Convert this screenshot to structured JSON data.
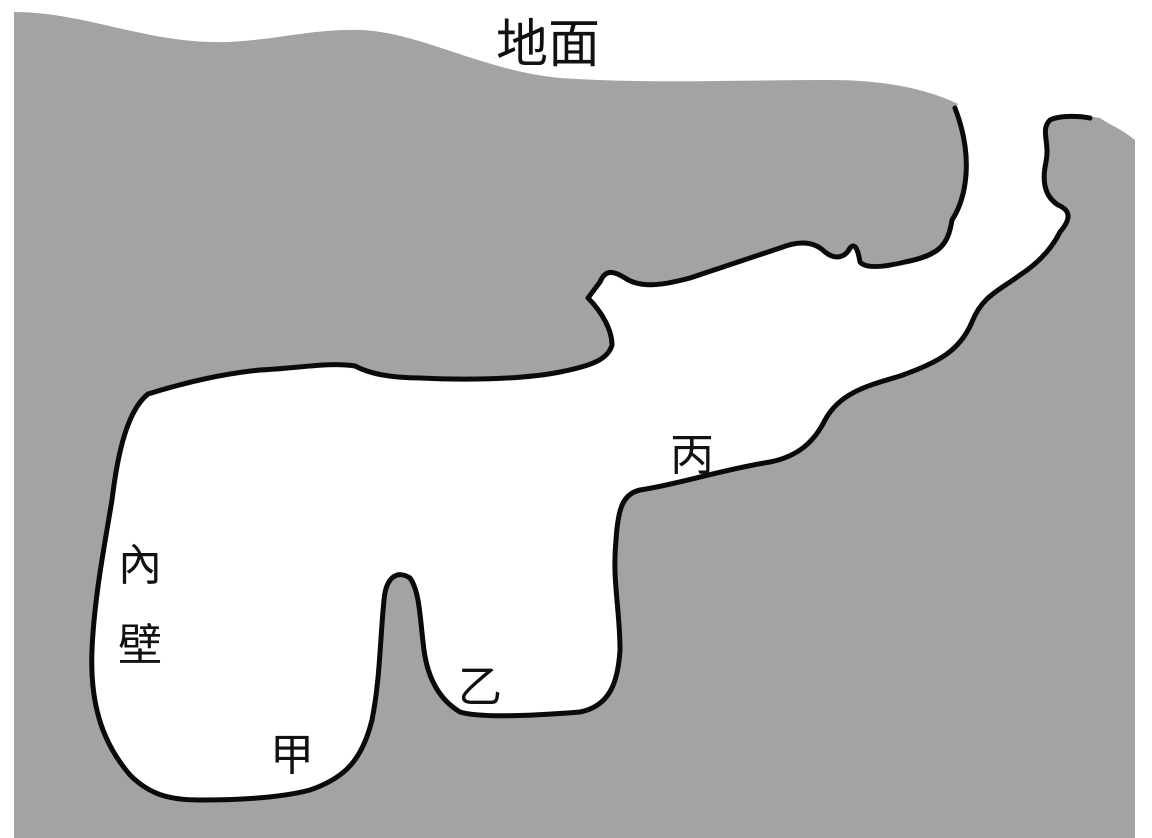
{
  "labels": {
    "ground": "地面",
    "inner_wall_top": "內",
    "inner_wall_bottom": "壁",
    "spot_a": "甲",
    "spot_b": "乙",
    "spot_c": "丙"
  },
  "colors": {
    "rock": "#a3a3a3",
    "cavity": "#ffffff",
    "outline": "#0a0a0a",
    "text": "#111111"
  }
}
